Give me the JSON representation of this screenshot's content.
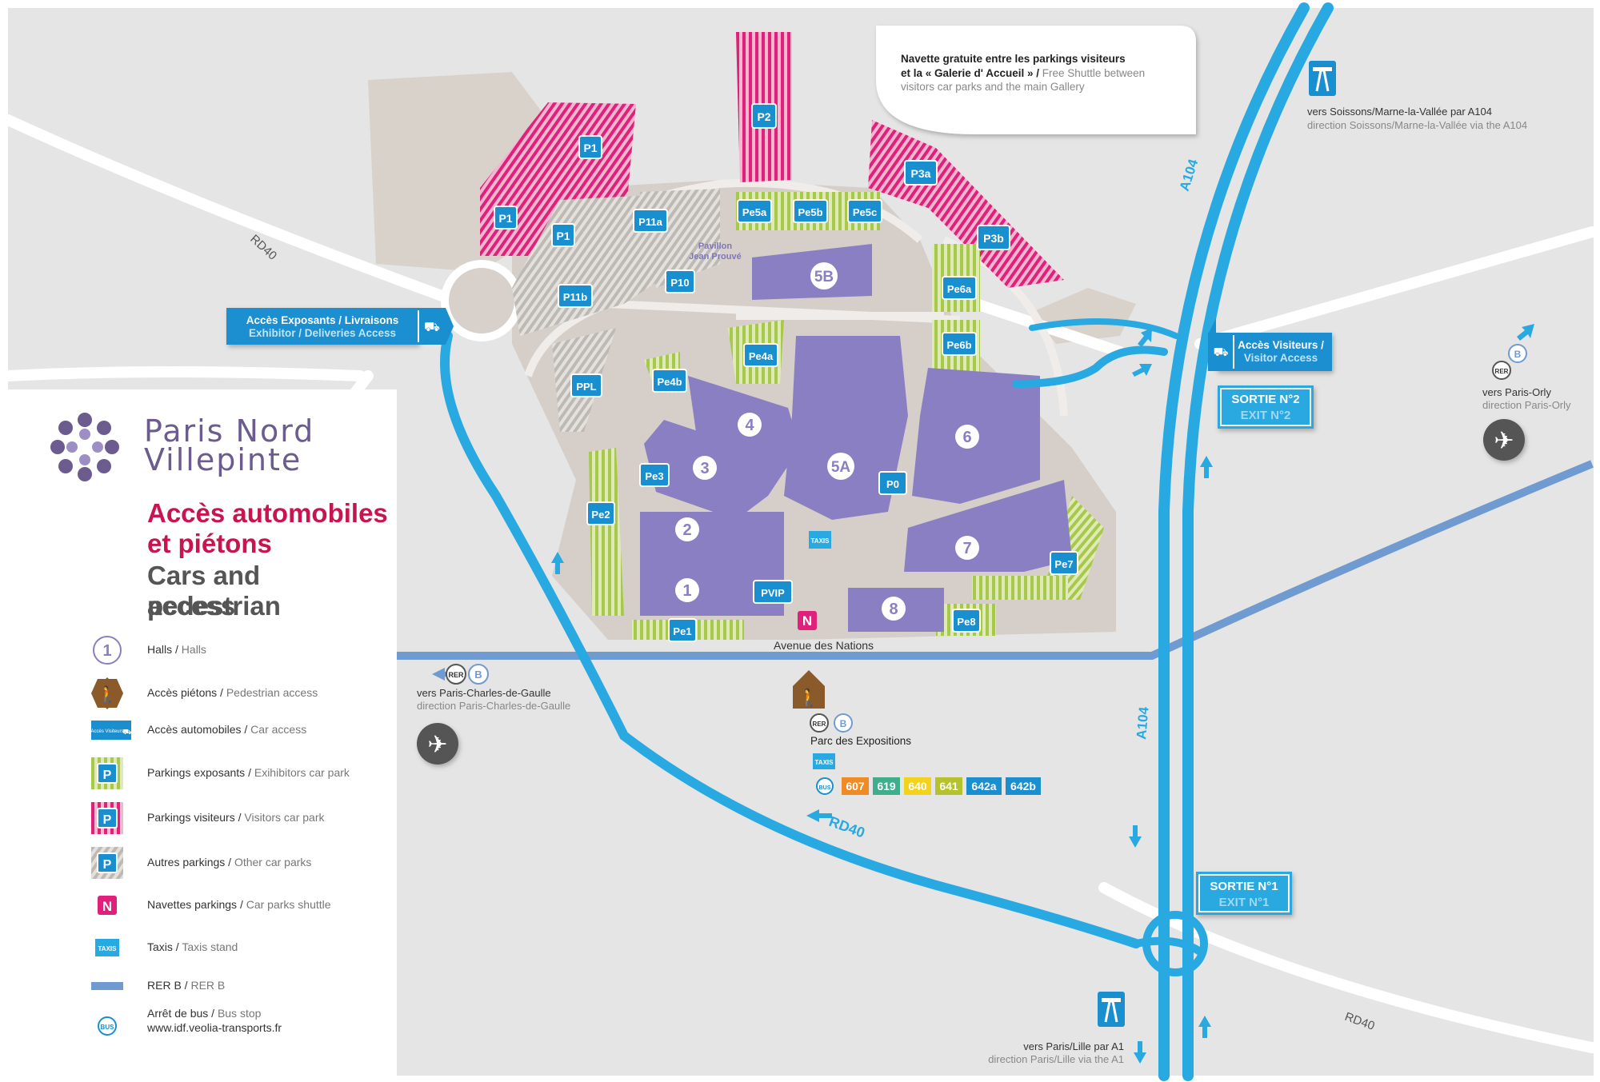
{
  "map_labels": {
    "roads": {
      "rd40_a": "RD40",
      "rd40_b": "RD40",
      "rd40_c": "RD40",
      "a104_a": "A104",
      "a104_b": "A104",
      "avenue": "Avenue des Nations"
    },
    "shuttle_note": {
      "line1": "Navette gratuite entre les parkings visiteurs",
      "line2_fr": "et la « Galerie d' Accueil » / ",
      "line2_en": "Free Shuttle between",
      "line3": "visitors car parks and the main Gallery"
    },
    "exhibitor_access": {
      "fr": "Accès Exposants / Livraisons",
      "en": "Exhibitor / Deliveries Access"
    },
    "visitor_access": {
      "fr": "Accès Visiteurs /",
      "en": "Visitor Access"
    },
    "exit2": {
      "fr": "SORTIE N°2",
      "en": "EXIT N°2"
    },
    "exit1": {
      "fr": "SORTIE N°1",
      "en": "EXIT N°1"
    },
    "dir_soissons": {
      "fr": "vers Soissons/Marne-la-Vallée par A104",
      "en": "direction Soissons/Marne-la-Vallée via the A104"
    },
    "dir_orly": {
      "fr": "vers Paris-Orly",
      "en": "direction Paris-Orly"
    },
    "dir_cdg": {
      "fr": "vers Paris-Charles-de-Gaulle",
      "en": "direction Paris-Charles-de-Gaulle"
    },
    "dir_paris_lille": {
      "fr": "vers Paris/Lille par A1",
      "en": "direction Paris/Lille via the A1"
    },
    "parc_expo": "Parc des Expositions",
    "pavilion": {
      "line1": "Pavillon",
      "line2": "Jean Prouvé"
    },
    "rer": "RER",
    "rer_line": "B",
    "taxis": "TAXIS",
    "bus": "BUS",
    "shuttle_letter": "N"
  },
  "halls": [
    "1",
    "2",
    "3",
    "4",
    "5A",
    "5B",
    "6",
    "7",
    "8"
  ],
  "parkings": {
    "visitor": [
      "P1",
      "P1",
      "P1",
      "P1",
      "P2",
      "P3a",
      "P3b"
    ],
    "exhibitor": [
      "Pe1",
      "Pe2",
      "Pe3",
      "Pe4a",
      "Pe4b",
      "Pe5a",
      "Pe5b",
      "Pe5c",
      "Pe6a",
      "Pe6b",
      "Pe7",
      "Pe8"
    ],
    "other": [
      "P11a",
      "P11b",
      "P10",
      "PPL",
      "P0",
      "PVIP"
    ]
  },
  "bus_lines": [
    {
      "label": "607",
      "color": "#f08a24"
    },
    {
      "label": "619",
      "color": "#3fae8a"
    },
    {
      "label": "640",
      "color": "#f2d21b"
    },
    {
      "label": "641",
      "color": "#b6c22b"
    },
    {
      "label": "642a",
      "color": "#1a8fd0"
    },
    {
      "label": "642b",
      "color": "#1a8fd0"
    }
  ],
  "legend": {
    "logo": {
      "line1": "Paris Nord",
      "line2": "Villepinte"
    },
    "title_fr": {
      "line1": "Accès automobiles",
      "line2": "et piétons"
    },
    "title_en": {
      "line1": "Cars and pedestrian",
      "line2": "access"
    },
    "items": [
      {
        "fr": "Halls / ",
        "en": "Halls",
        "icon": "hall-number-icon",
        "glyph": "1"
      },
      {
        "fr": "Accès piétons / ",
        "en": "Pedestrian access",
        "icon": "pedestrian-icon"
      },
      {
        "fr": "Accès automobiles / ",
        "en": "Car access",
        "icon": "car-access-icon",
        "glyph": "Accès Visiteurs"
      },
      {
        "fr": "Parkings exposants / ",
        "en": "Exihibitors car park",
        "icon": "exhibitor-parking-icon",
        "glyph": "P"
      },
      {
        "fr": "Parkings visiteurs / ",
        "en": "Visitors car park",
        "icon": "visitor-parking-icon",
        "glyph": "P"
      },
      {
        "fr": "Autres parkings / ",
        "en": "Other car parks",
        "icon": "other-parking-icon",
        "glyph": "P"
      },
      {
        "fr": "Navettes parkings / ",
        "en": "Car parks shuttle",
        "icon": "shuttle-icon",
        "glyph": "N"
      },
      {
        "fr": "Taxis / ",
        "en": "Taxis stand",
        "icon": "taxi-icon",
        "glyph": "TAXIS"
      },
      {
        "fr": "RER B / ",
        "en": "RER B",
        "icon": "rer-line-icon"
      },
      {
        "fr": "Arrêt de bus / ",
        "en": "Bus stop",
        "icon": "bus-stop-icon",
        "glyph": "BUS"
      }
    ],
    "bus_url": "www.idf.veolia-transports.fr"
  },
  "colors": {
    "road": "#29a9e1",
    "rer": "#6f9bd1",
    "hall": "#8a7fc2",
    "visitor_park": "#e0207a",
    "exhibitor_park": "#a7c94a",
    "other_park": "#bdbdbd",
    "ground": "#e5e5e5",
    "site": "#d6cfc9"
  }
}
